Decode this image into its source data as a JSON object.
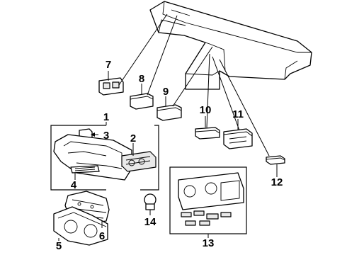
{
  "callouts": [
    {
      "id": "1",
      "label": "1"
    },
    {
      "id": "2",
      "label": "2"
    },
    {
      "id": "3",
      "label": "3"
    },
    {
      "id": "4",
      "label": "4"
    },
    {
      "id": "5",
      "label": "5"
    },
    {
      "id": "6",
      "label": "6"
    },
    {
      "id": "7",
      "label": "7"
    },
    {
      "id": "8",
      "label": "8"
    },
    {
      "id": "9",
      "label": "9"
    },
    {
      "id": "10",
      "label": "10"
    },
    {
      "id": "11",
      "label": "11"
    },
    {
      "id": "12",
      "label": "12"
    },
    {
      "id": "13",
      "label": "13"
    },
    {
      "id": "14",
      "label": "14"
    }
  ],
  "colors": {
    "line": "#000000",
    "background": "#ffffff",
    "shade": "#e9e9e9"
  }
}
